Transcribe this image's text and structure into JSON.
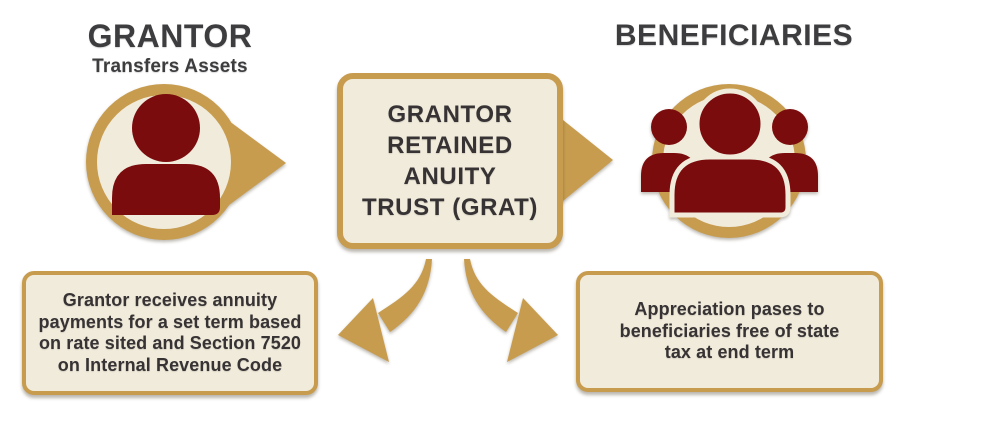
{
  "colors": {
    "gold": "#C79C4F",
    "maroon": "#7A0C0D",
    "cream": "#F1EBDB",
    "heading_ink": "#3D3C3E",
    "ink": "#373334",
    "background": "#FFFFFF"
  },
  "grantor": {
    "title": "GRANTOR",
    "subtitle": "Transfers Assets",
    "icon": "single person silhouette in gold circle with right arrow"
  },
  "beneficiaries": {
    "title": "BENEFICIARIES",
    "icon": "group of three people silhouettes in gold circle"
  },
  "center_box": {
    "text": "GRANTOR\nRETAINED\nANUITY\nTRUST (GRAT)"
  },
  "left_note": {
    "text": "Grantor receives annuity\npayments for a set term based\non rate sited and Section 7520\non Internal Revenue Code"
  },
  "right_note": {
    "text": "Appreciation pases to\nbeneficiaries free of state\ntax at end term"
  }
}
